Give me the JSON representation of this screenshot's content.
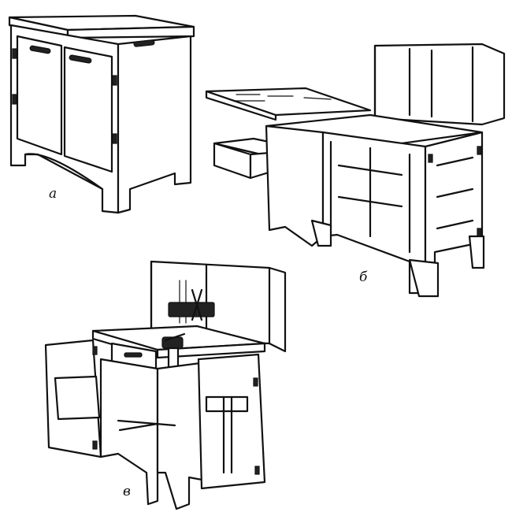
{
  "labels": {
    "a": "а",
    "b": "б",
    "v": "в"
  },
  "colors": {
    "ink": "#111111",
    "paper": "#ffffff"
  },
  "icons": [
    "handle-icon",
    "hinge-icon",
    "vise-icon",
    "pliers-icon",
    "saw-icon",
    "wood-grain-pattern"
  ]
}
